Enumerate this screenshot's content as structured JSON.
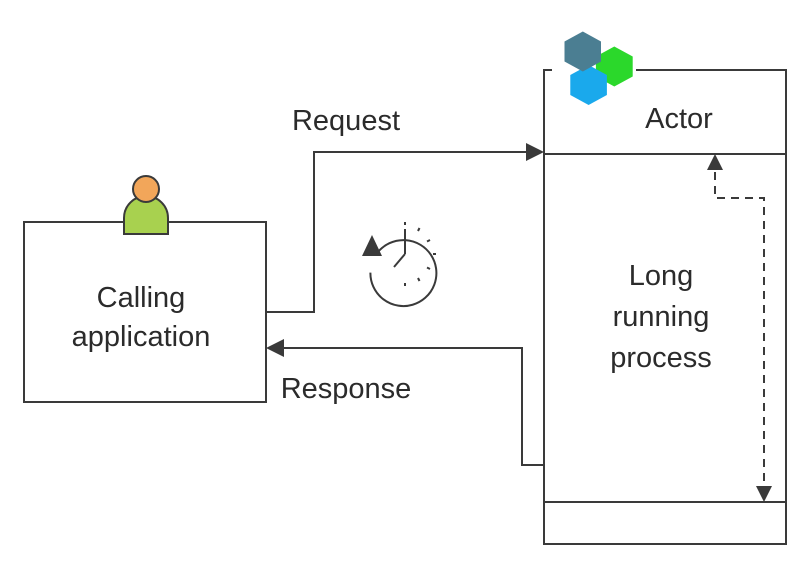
{
  "labels": {
    "request": "Request",
    "response": "Response",
    "actor": "Actor",
    "calling_app_line1": "Calling",
    "calling_app_line2": "application",
    "long_running_line1": "Long",
    "long_running_line2": "running",
    "long_running_line3": "process"
  },
  "colors": {
    "line": "#3a3a3a",
    "text": "#2b2b2b",
    "person_head": "#f2a65a",
    "person_body": "#a8d14f",
    "hex_slate": "#4b7e92",
    "hex_green": "#2bd82b",
    "hex_blue": "#1aa9ec"
  },
  "icons": {
    "user": "user-icon",
    "actor_logo": "hexagon-cluster-icon",
    "clock": "clock-rewind-icon"
  }
}
